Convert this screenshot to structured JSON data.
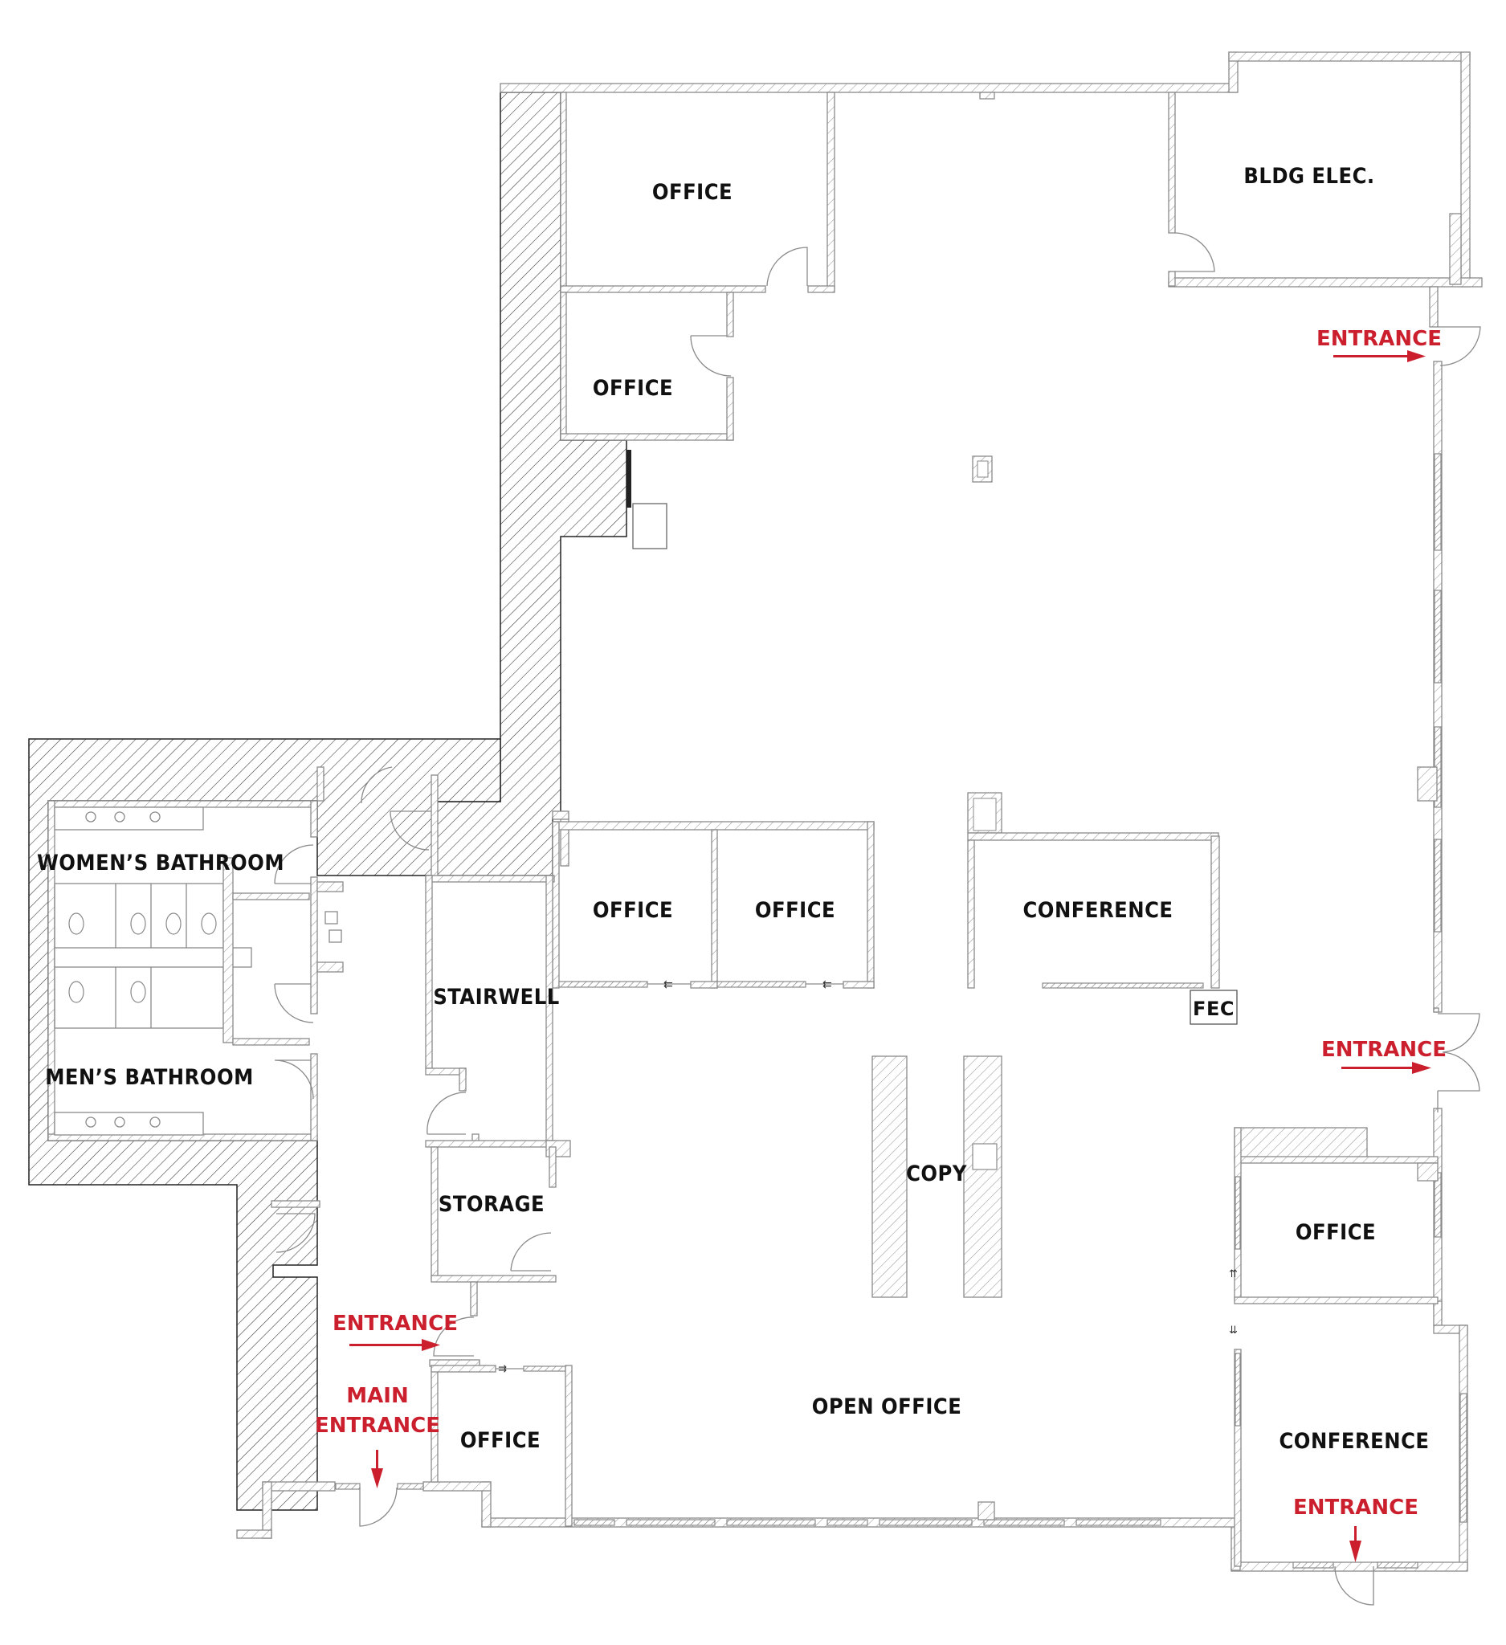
{
  "plan": {
    "accent_color": "#cc1f2d",
    "wall_color": "#8a8a8a",
    "rooms": [
      {
        "id": "office-top-1",
        "label": "OFFICE"
      },
      {
        "id": "office-top-2",
        "label": "OFFICE"
      },
      {
        "id": "bldg-elec",
        "label": "BLDG ELEC."
      },
      {
        "id": "womens-bathroom",
        "label": "WOMEN’S BATHROOM"
      },
      {
        "id": "mens-bathroom",
        "label": "MEN’S BATHROOM"
      },
      {
        "id": "stairwell",
        "label": "STAIRWELL"
      },
      {
        "id": "storage",
        "label": "STORAGE"
      },
      {
        "id": "office-mid-1",
        "label": "OFFICE"
      },
      {
        "id": "office-mid-2",
        "label": "OFFICE"
      },
      {
        "id": "conference-mid",
        "label": "CONFERENCE"
      },
      {
        "id": "fec",
        "label": "FEC"
      },
      {
        "id": "copy",
        "label": "COPY"
      },
      {
        "id": "office-right",
        "label": "OFFICE"
      },
      {
        "id": "conference-right",
        "label": "CONFERENCE"
      },
      {
        "id": "open-office",
        "label": "OPEN OFFICE"
      },
      {
        "id": "office-bottom-left",
        "label": "OFFICE"
      }
    ],
    "entrances": [
      {
        "id": "entrance-top-right",
        "label": "ENTRANCE",
        "direction": "right"
      },
      {
        "id": "entrance-mid-right",
        "label": "ENTRANCE",
        "direction": "right"
      },
      {
        "id": "entrance-left",
        "label": "ENTRANCE",
        "direction": "right"
      },
      {
        "id": "main-entrance",
        "label_line1": "MAIN",
        "label_line2": "ENTRANCE",
        "direction": "down"
      },
      {
        "id": "entrance-bottom-right",
        "label": "ENTRANCE",
        "direction": "down"
      }
    ]
  }
}
